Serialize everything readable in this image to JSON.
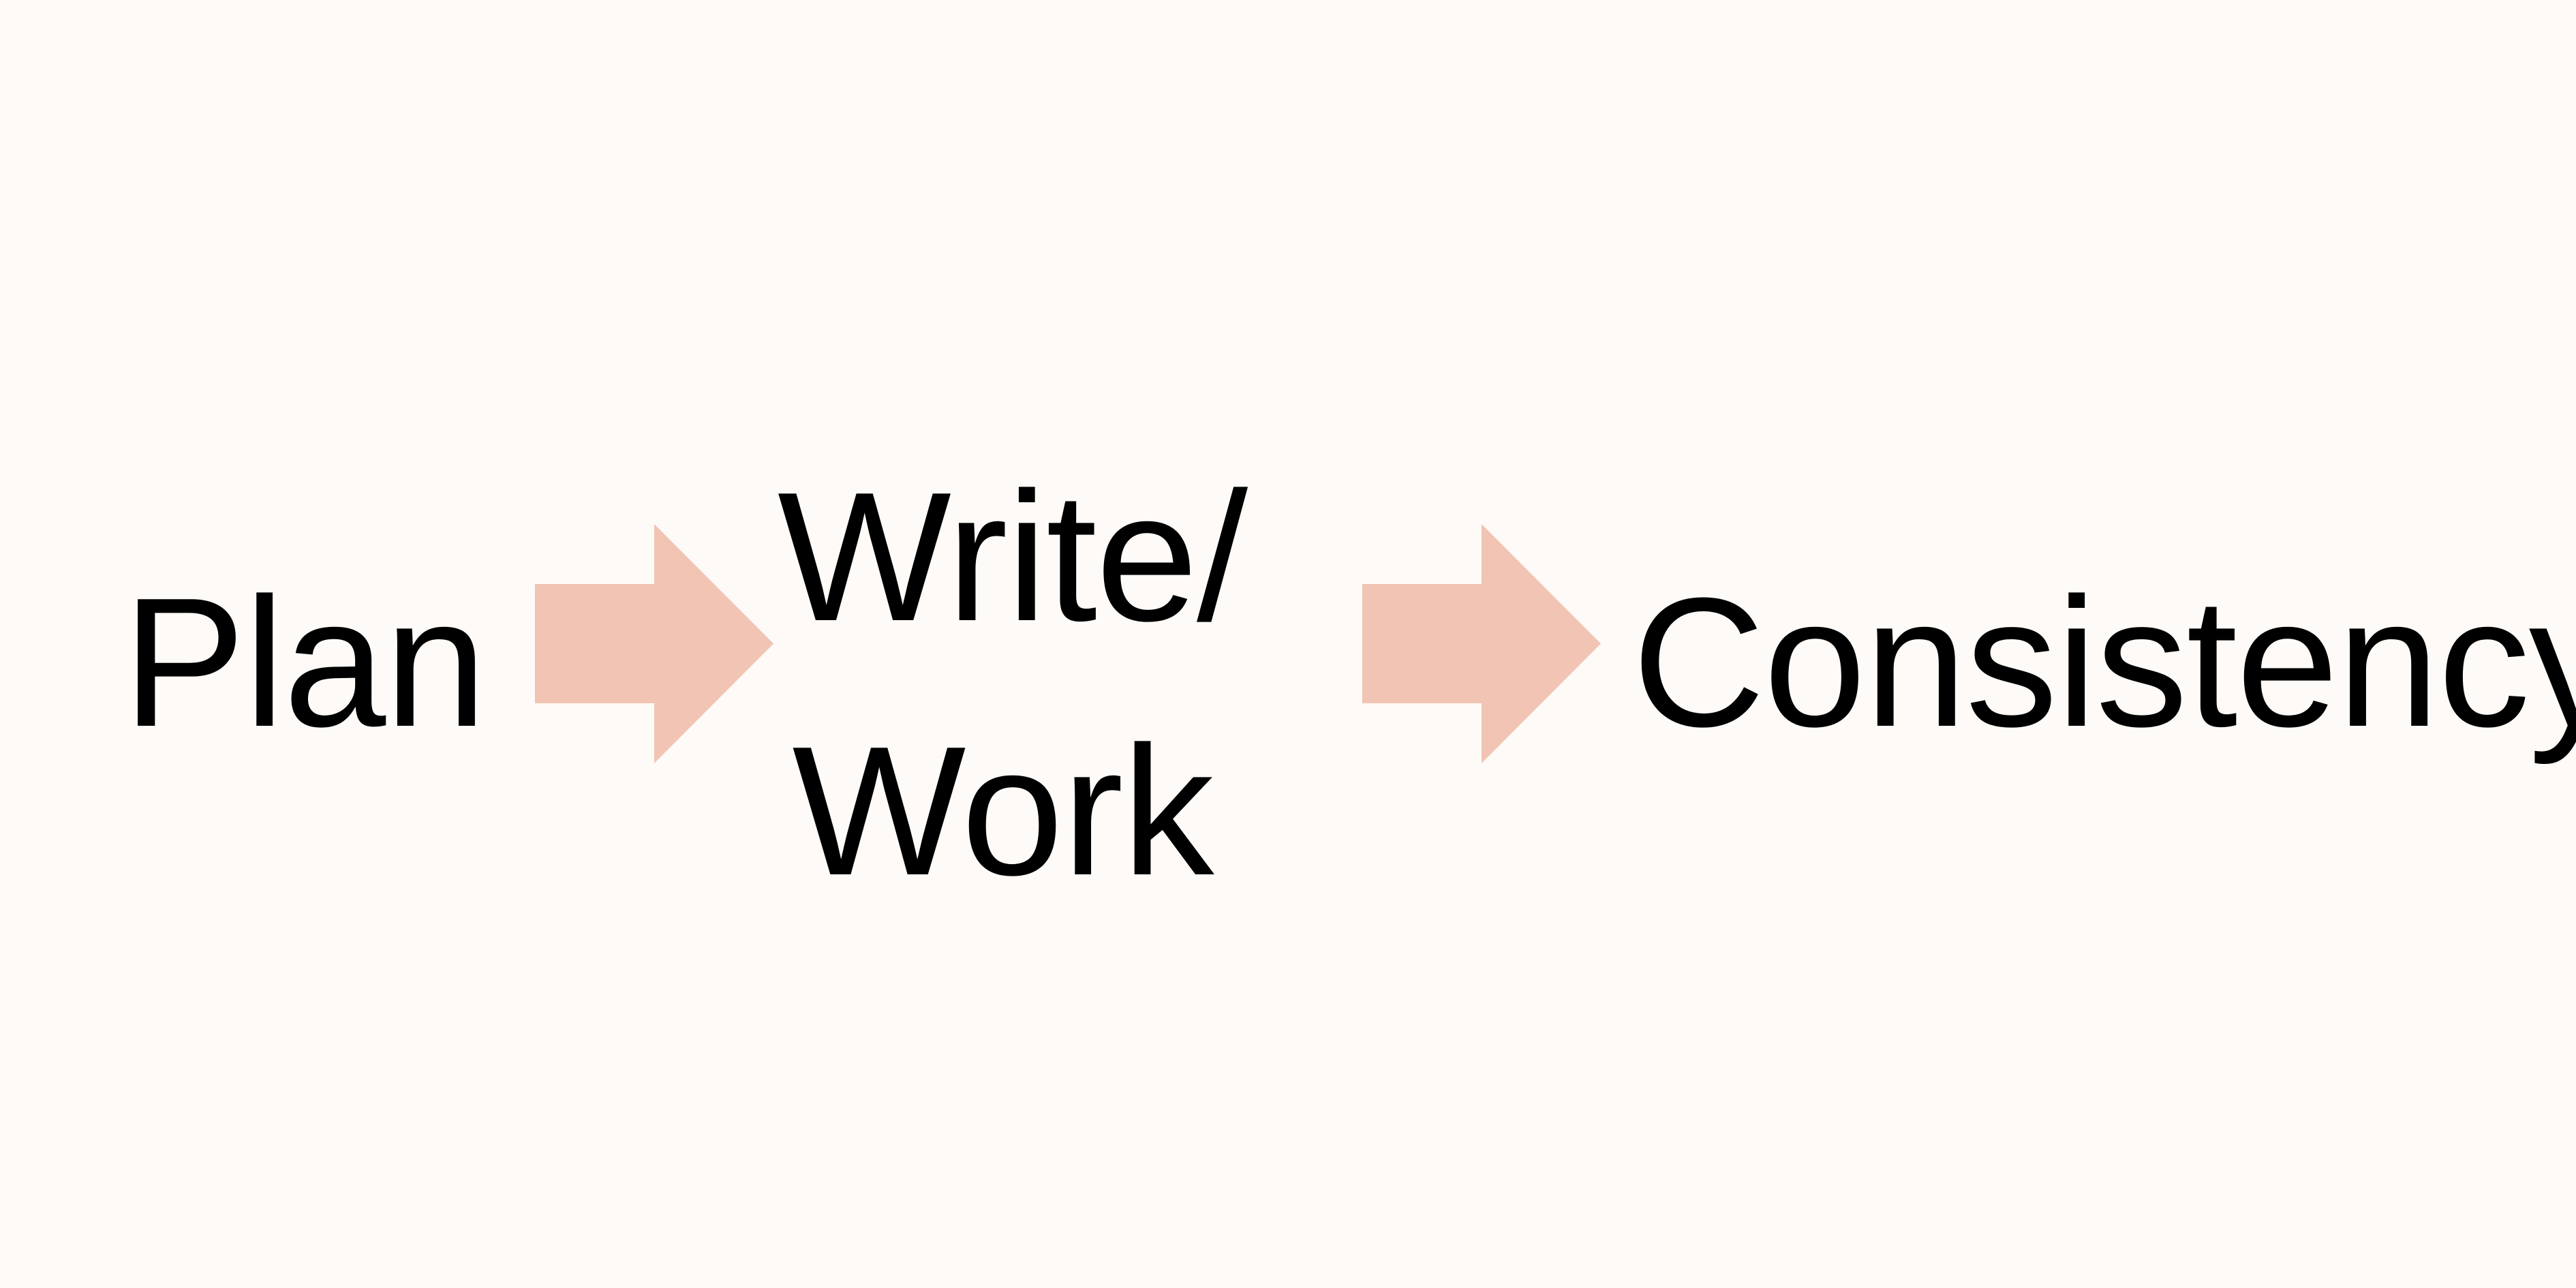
{
  "diagram": {
    "type": "process-flow",
    "orientation": "horizontal",
    "background_color": "#FDFAF7",
    "text_color": "#000000",
    "arrow_color": "#F1C4B3",
    "nodes": [
      {
        "id": "plan",
        "label": "Plan"
      },
      {
        "id": "write-work",
        "label": "Write/\nWork"
      },
      {
        "id": "consistency",
        "label": "Consistency"
      }
    ],
    "connectors": [
      {
        "id": "plan-to-write",
        "icon": "right-block-arrow-icon",
        "from": "plan",
        "to": "write-work"
      },
      {
        "id": "write-to-consistency",
        "icon": "right-block-arrow-icon",
        "from": "write-work",
        "to": "consistency"
      }
    ]
  }
}
